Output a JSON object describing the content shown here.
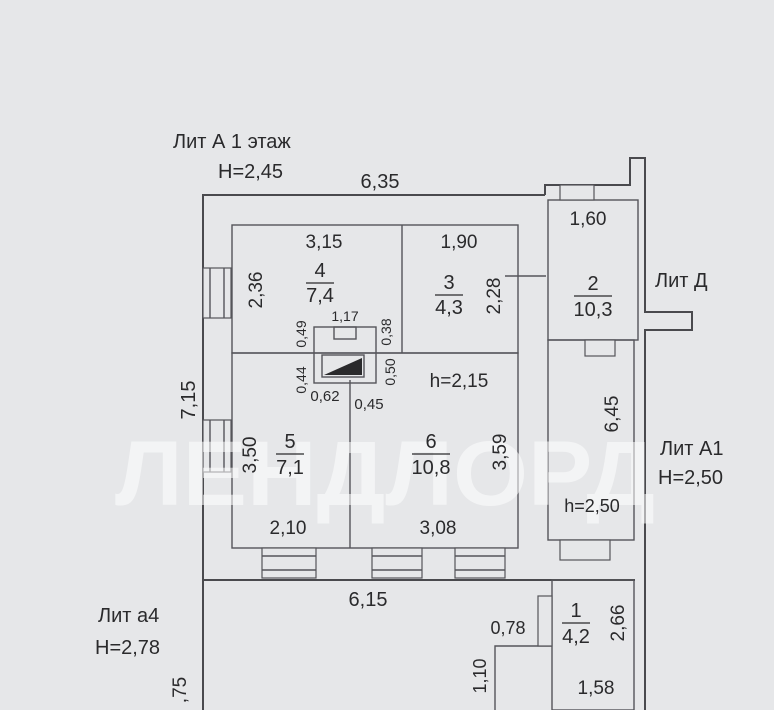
{
  "titles": {
    "lit_a": "Лит А  1 этаж",
    "lit_a_height": "H=2,45",
    "lit_d": "Лит Д",
    "lit_a1": "Лит А1",
    "lit_a1_height": "H=2,50",
    "lit_a4": "Лит а4",
    "lit_a4_height": "H=2,78"
  },
  "rooms": [
    {
      "number": "4",
      "area": "7,4"
    },
    {
      "number": "3",
      "area": "4,3"
    },
    {
      "number": "2",
      "area": "10,3"
    },
    {
      "number": "5",
      "area": "7,1"
    },
    {
      "number": "6",
      "area": "10,8"
    },
    {
      "number": "1",
      "area": "4,2"
    }
  ],
  "dimensions": {
    "top_total": "6,35",
    "left_total": "7,15",
    "room4_width": "3,15",
    "room4_depth": "2,36",
    "room3_width": "1,90",
    "room3_depth": "2,28",
    "room2_width": "1,60",
    "stove_width": "1,17",
    "stove_left": "0,49",
    "stove_right": "0,38",
    "stove_left_low": "0,44",
    "stove_right_low": "0,50",
    "stove_bottom_left": "0,62",
    "stove_bottom_right": "0,45",
    "room5_depth": "3,50",
    "room5_width": "2,10",
    "room6_depth": "3,59",
    "room6_width": "3,08",
    "room6_height": "h=2,15",
    "corridor_length": "6,45",
    "corridor_height": "h=2,50",
    "a4_width": "6,15",
    "a4_left_partial": ",75",
    "step_width": "0,78",
    "step_depth": "1,10",
    "room1_depth": "2,66",
    "room1_width": "1,58"
  },
  "watermark": "ЛЕНДЛОРД",
  "colors": {
    "paper": "#e6e7e9",
    "ink": "#2a2a2c",
    "line": "#4a4a4e"
  }
}
